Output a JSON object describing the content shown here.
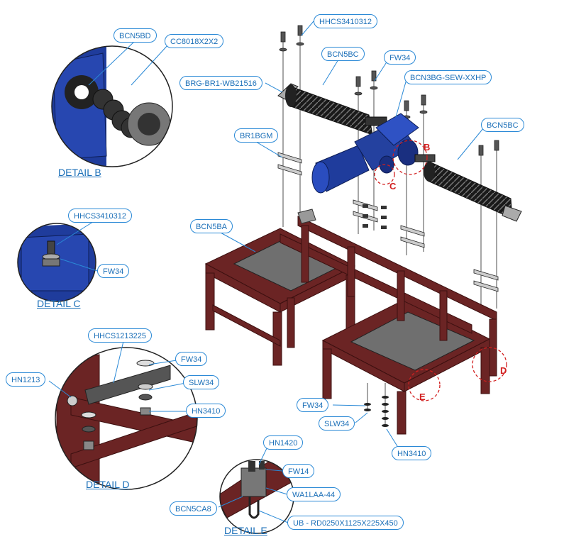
{
  "callouts": {
    "bcn5bd": "BCN5BD",
    "cc8018": "CC8018X2X2",
    "hhcs3410312_top": "HHCS3410312",
    "bcn5bc_1": "BCN5BC",
    "fw34_top": "FW34",
    "brg": "BRG-BR1-WB21516",
    "bcn3bg": "BCN3BG-SEW-XXHP",
    "bcn5bc_2": "BCN5BC",
    "br1bgm": "BR1BGM",
    "hhcs3410312_c": "HHCS3410312",
    "fw34_c": "FW34",
    "bcn5ba": "BCN5BA",
    "hhcs1213225": "HHCS1213225",
    "fw34_d": "FW34",
    "hn1213": "HN1213",
    "slw34_d": "SLW34",
    "hn3410_d": "HN3410",
    "fw34_main": "FW34",
    "slw34_main": "SLW34",
    "hn3410_main": "HN3410",
    "hn1420": "HN1420",
    "fw14": "FW14",
    "wa1laa44": "WA1LAA-44",
    "bcn5ca8": "BCN5CA8",
    "ub": "UB - RD0250X1125X225X450"
  },
  "details": {
    "b": "DETAIL  B",
    "c": "DETAIL  C",
    "d": "DETAIL  D",
    "e": "DETAIL  E"
  },
  "rotation_labels": {
    "b": "B",
    "c": "C",
    "d": "D",
    "e": "E"
  },
  "colors": {
    "frame": "#6b2424",
    "frame_dark": "#3c1010",
    "motor_blue": "#1f3c9c",
    "callout_border": "#2a89d6",
    "callout_text": "#1b6fb8",
    "rotation_marker": "#d21f1f",
    "plate": "#7a7a7a"
  }
}
